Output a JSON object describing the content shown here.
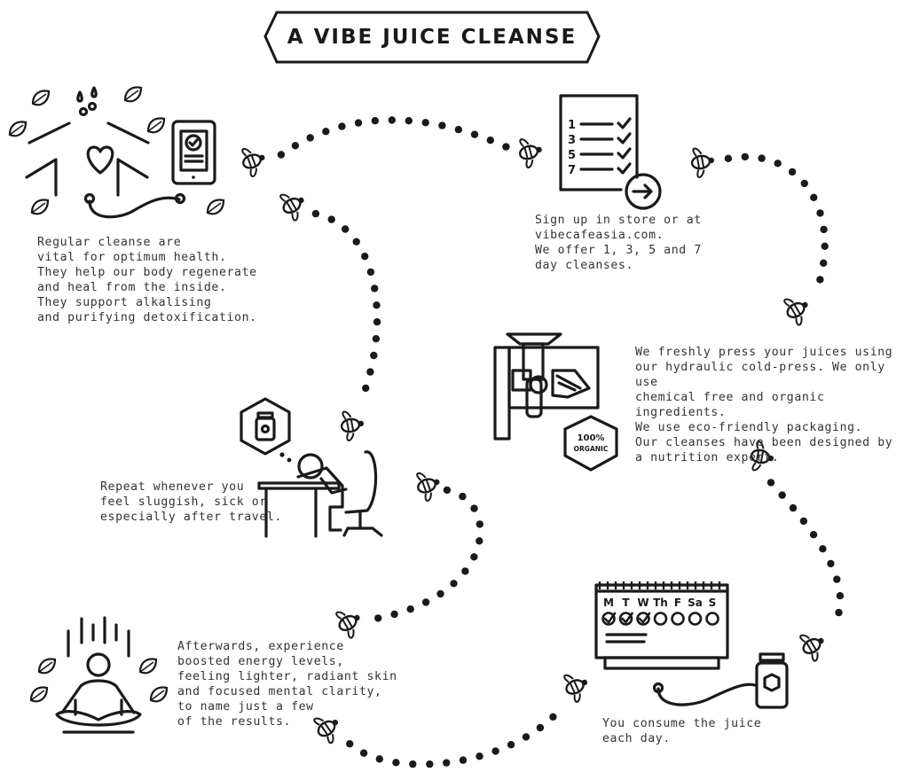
{
  "title": "A VIBE JUICE CLEANSE",
  "steps": [
    {
      "id": "regular",
      "text": "Regular cleanse are\nvital for optimum health.\nThey help our body regenerate\nand heal from the inside.\nThey support alkalising\nand purifying detoxification."
    },
    {
      "id": "signup",
      "text": "Sign up in store or at\nvibecafeasia.com.\nWe offer 1, 3, 5 and 7\nday cleanses."
    },
    {
      "id": "press",
      "text": "We freshly press your juices using\nour hydraulic cold-press. We only use\nchemical free and organic ingredients.\nWe use eco-friendly packaging.\nOur cleanses have been designed by\na nutrition expert."
    },
    {
      "id": "repeat",
      "text": "Repeat whenever you\nfeel sluggish, sick or\nespecially after travel."
    },
    {
      "id": "consume",
      "text": "You consume the juice\neach day."
    },
    {
      "id": "afterwards",
      "text": "Afterwards, experience\nboosted energy levels,\nfeeling lighter, radiant skin\nand focused mental clarity,\nto name just a few\nof the results."
    }
  ],
  "checklist_numbers": [
    "1",
    "3",
    "5",
    "7"
  ],
  "organic_badge": {
    "line1": "100%",
    "line2": "ORGANIC"
  },
  "calendar_days": [
    "M",
    "T",
    "W",
    "Th",
    "F",
    "Sa",
    "S"
  ],
  "calendar_checked_count": 3,
  "icons": [
    "leaf-icon",
    "water-drops-icon",
    "heart-icon",
    "tablet-check-icon",
    "bee-icon",
    "checklist-icon",
    "arrow-circle-icon",
    "juicer-icon",
    "organic-badge-icon",
    "calendar-icon",
    "juice-bottle-icon",
    "desk-person-icon",
    "meditation-icon"
  ],
  "colors": {
    "ink": "#1a1a1a",
    "text": "#333333",
    "background": "#ffffff"
  }
}
